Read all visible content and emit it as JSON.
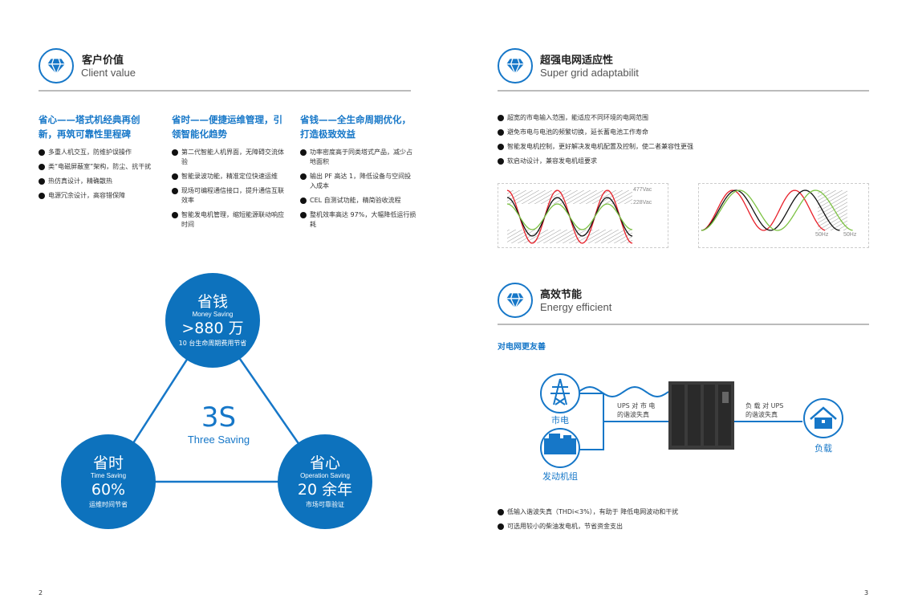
{
  "left": {
    "header": {
      "title": "客户价值",
      "subtitle": "Client value",
      "icon": "diamond-icon"
    },
    "columns": [
      {
        "heading": "省心——塔式机经典再创新，再筑可靠性里程碑",
        "items": [
          "多重人机交互，防维护误操作",
          "类“电磁屏蔽室”架构，防尘、抗干扰",
          "热仿真设计，精确散热",
          "电源冗余设计，高容错保障"
        ]
      },
      {
        "heading": "省时——便捷运维管理，引领智能化趋势",
        "items": [
          "第二代智能人机界面，无障碍交流体验",
          "智能录波功能，精准定位快速运维",
          "现场可编程通信接口，提升通信互联效率",
          "智能发电机管理，缩短能源联动响应时间"
        ]
      },
      {
        "heading": "省钱——全生命周期优化，打造极致效益",
        "items": [
          "功率密度高于同类塔式产品，减少占地面积",
          "输出 PF 高达 1，降低设备与空间投入成本",
          "CEL 自测试功能，精简验收流程",
          "整机效率高达 97%，大幅降低运行损耗"
        ]
      }
    ],
    "triangle": {
      "center": {
        "title": "3S",
        "subtitle": "Three Saving"
      },
      "money": {
        "cn": "省钱",
        "en": "Money Saving",
        "value": ">880 万",
        "desc": "10 台生命周期费用节省"
      },
      "time": {
        "cn": "省时",
        "en": "Time Saving",
        "value": "60%",
        "desc": "运维时间节省"
      },
      "operation": {
        "cn": "省心",
        "en": "Operation Saving",
        "value": "20 余年",
        "desc": "市场可靠验证"
      }
    },
    "page_number": "2"
  },
  "right": {
    "grid": {
      "title": "超强电网适应性",
      "subtitle": "Super grid adaptabilit",
      "icon": "diamond-icon",
      "items": [
        "超宽的市电输入范围，能适应不同环境的电网范围",
        "避免市电与电池的频繁切换，延长蓄电池工作寿命",
        "智能发电机控制，更好解决发电机配置及控制，使二者兼容性更强",
        "软启动设计，兼容发电机组要求"
      ],
      "voltage_labels": [
        "477Vac",
        "228Vac"
      ],
      "freq_labels": [
        "50Hz",
        "50Hz"
      ]
    },
    "energy": {
      "title": "高效节能",
      "subtitle": "Energy efficient",
      "icon": "diamond-icon",
      "subheading": "对电网更友善",
      "diagram": {
        "mains": "市电",
        "generator": "发动机组",
        "load": "负载",
        "ups_to_mains": "UPS 对 市 电\n的谐波失真",
        "load_to_ups": "负 载 对 UPS\n的谐波失真"
      },
      "items": [
        "低输入谐波失真（THDi<3%），有助于 降低电网波动和干扰",
        "可选用较小的柴油发电机，节省资金支出"
      ]
    },
    "page_number": "3"
  },
  "colors": {
    "accent": "#1677c8",
    "circle": "#0d72bd"
  }
}
